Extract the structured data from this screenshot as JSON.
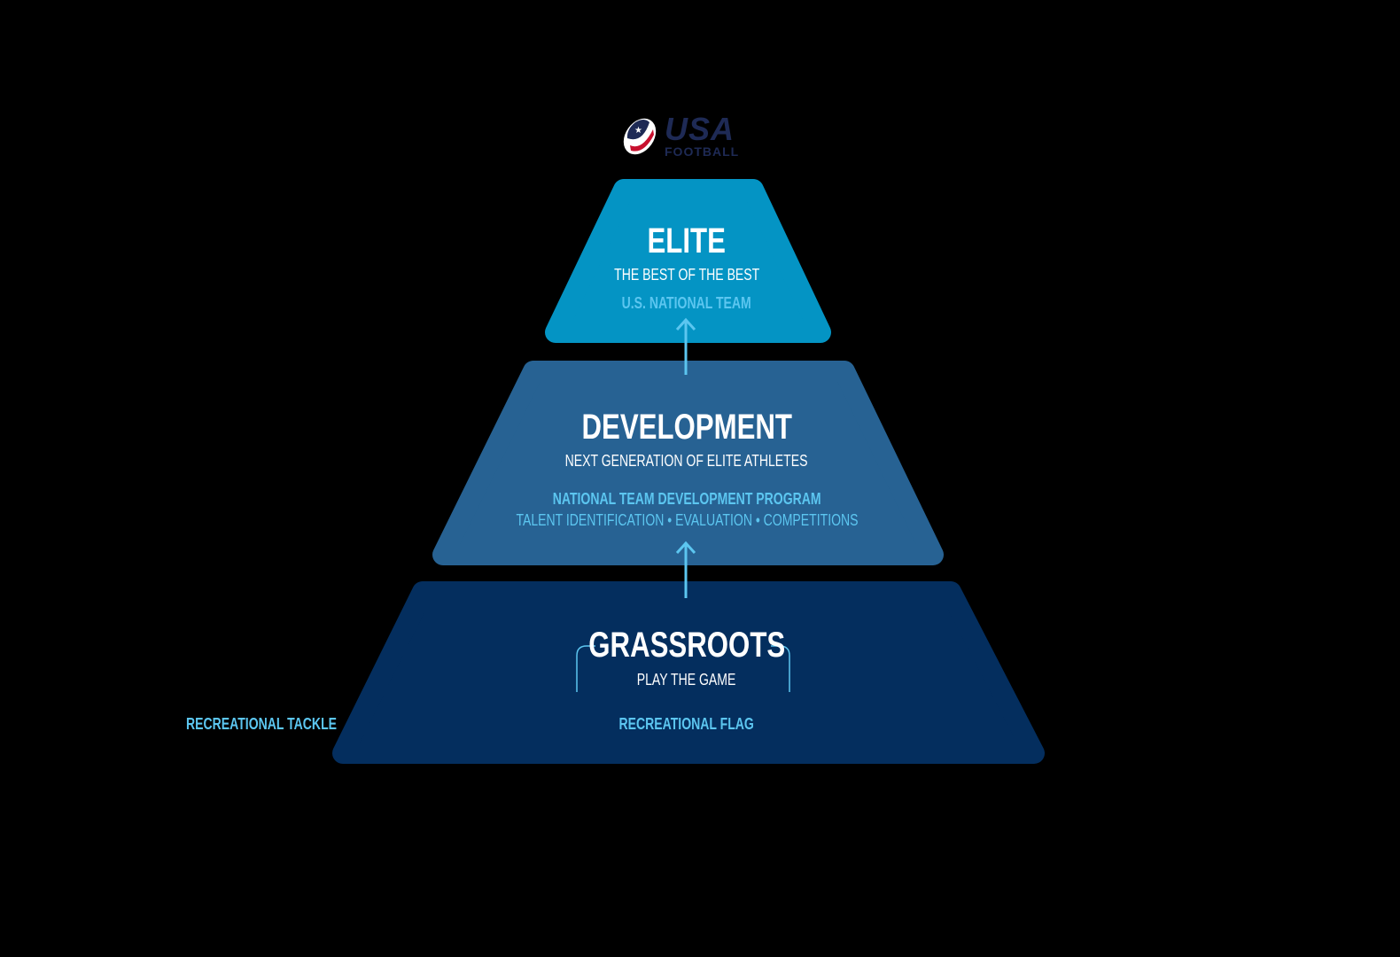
{
  "logo": {
    "title": "USA",
    "subtitle": "FOOTBALL"
  },
  "tiers": {
    "elite": {
      "title": "ELITE",
      "tagline": "THE BEST OF THE BEST",
      "program": "U.S. NATIONAL TEAM"
    },
    "development": {
      "title": "DEVELOPMENT",
      "tagline": "NEXT GENERATION OF ELITE ATHLETES",
      "program": "NATIONAL TEAM DEVELOPMENT PROGRAM",
      "details": "TALENT IDENTIFICATION • EVALUATION • COMPETITIONS"
    },
    "grassroots": {
      "title": "GRASSROOTS",
      "tagline": "PLAY THE GAME",
      "left": "RECREATIONAL TACKLE",
      "right": "RECREATIONAL FLAG"
    }
  },
  "colors": {
    "elite": "#0494c4",
    "development": "#276293",
    "grassroots": "#042e5e",
    "accent": "#5cc6f0"
  }
}
